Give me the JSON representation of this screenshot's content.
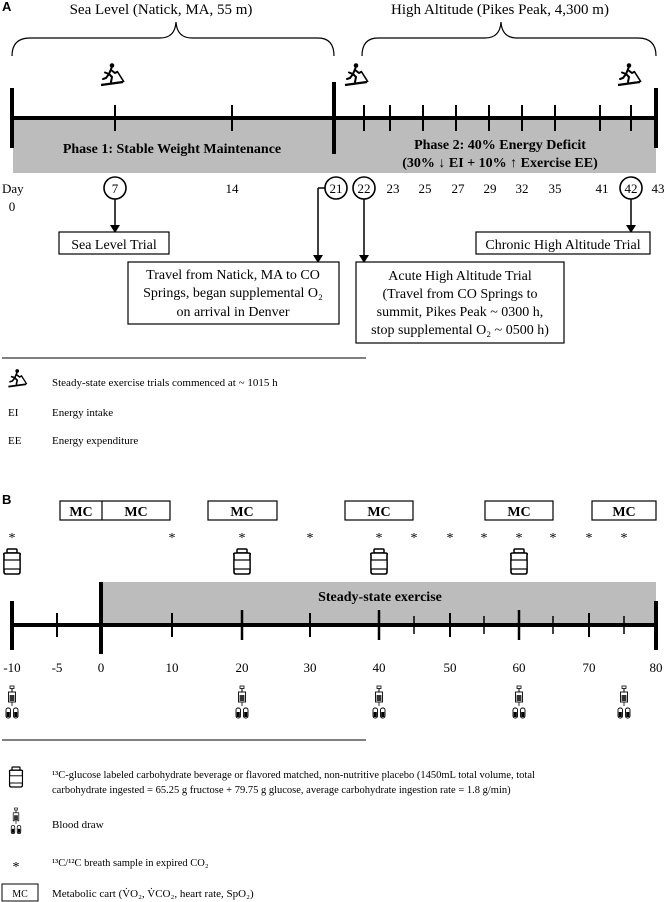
{
  "panel_a": {
    "label": "A",
    "sea_level": "Sea Level (Natick, MA, 55 m)",
    "high_altitude": "High Altitude (Pikes Peak, 4,300 m)",
    "phase1": "Phase 1: Stable Weight Maintenance",
    "phase2_line1": "Phase 2: 40% Energy Deficit",
    "phase2_line2": "(30% ↓ EI + 10% ↑ Exercise EE)",
    "day_label": "Day",
    "days": [
      "0",
      "7",
      "14",
      "21",
      "22",
      "23",
      "25",
      "27",
      "29",
      "32",
      "35",
      "41",
      "42",
      "43"
    ],
    "circled_days": [
      "7",
      "21",
      "22",
      "42"
    ],
    "trial_sea": "Sea Level Trial",
    "trial_chronic": "Chronic High Altitude Trial",
    "travel_lines": [
      "Travel from Natick, MA to CO",
      "Springs, began supplemental O₂",
      "on arrival in Denver"
    ],
    "acute_lines": [
      "Acute High Altitude Trial",
      "(Travel from CO Springs to",
      "summit, Pikes Peak ~ 0300 h,",
      "stop supplemental O₂ ~ 0500 h)"
    ]
  },
  "legend_a": {
    "treadmill": "Steady-state exercise trials commenced at ~ 1015 h",
    "ei_abbr": "EI",
    "ei": "Energy intake",
    "ee_abbr": "EE",
    "ee": "Energy expenditure"
  },
  "panel_b": {
    "label": "B",
    "mc": "MC",
    "star": "*",
    "exercise": "Steady-state exercise",
    "ticks": [
      "-10",
      "-5",
      "0",
      "10",
      "20",
      "30",
      "40",
      "50",
      "60",
      "70",
      "80"
    ]
  },
  "legend_b": {
    "bottle_line1": "¹³C-glucose labeled carbohydrate beverage or flavored matched, non-nutritive placebo (1450mL total volume, total",
    "bottle_line2": "carbohydrate ingested = 65.25 g fructose + 79.75 g glucose, average carbohydrate ingestion rate = 1.8 g/min)",
    "blood": "Blood draw",
    "breath": "¹³C/¹²C breath sample in expired CO₂",
    "mc_abbr": "MC",
    "mc": "Metabolic cart (V̇O₂, V̇CO₂, heart rate, SpO₂)"
  }
}
